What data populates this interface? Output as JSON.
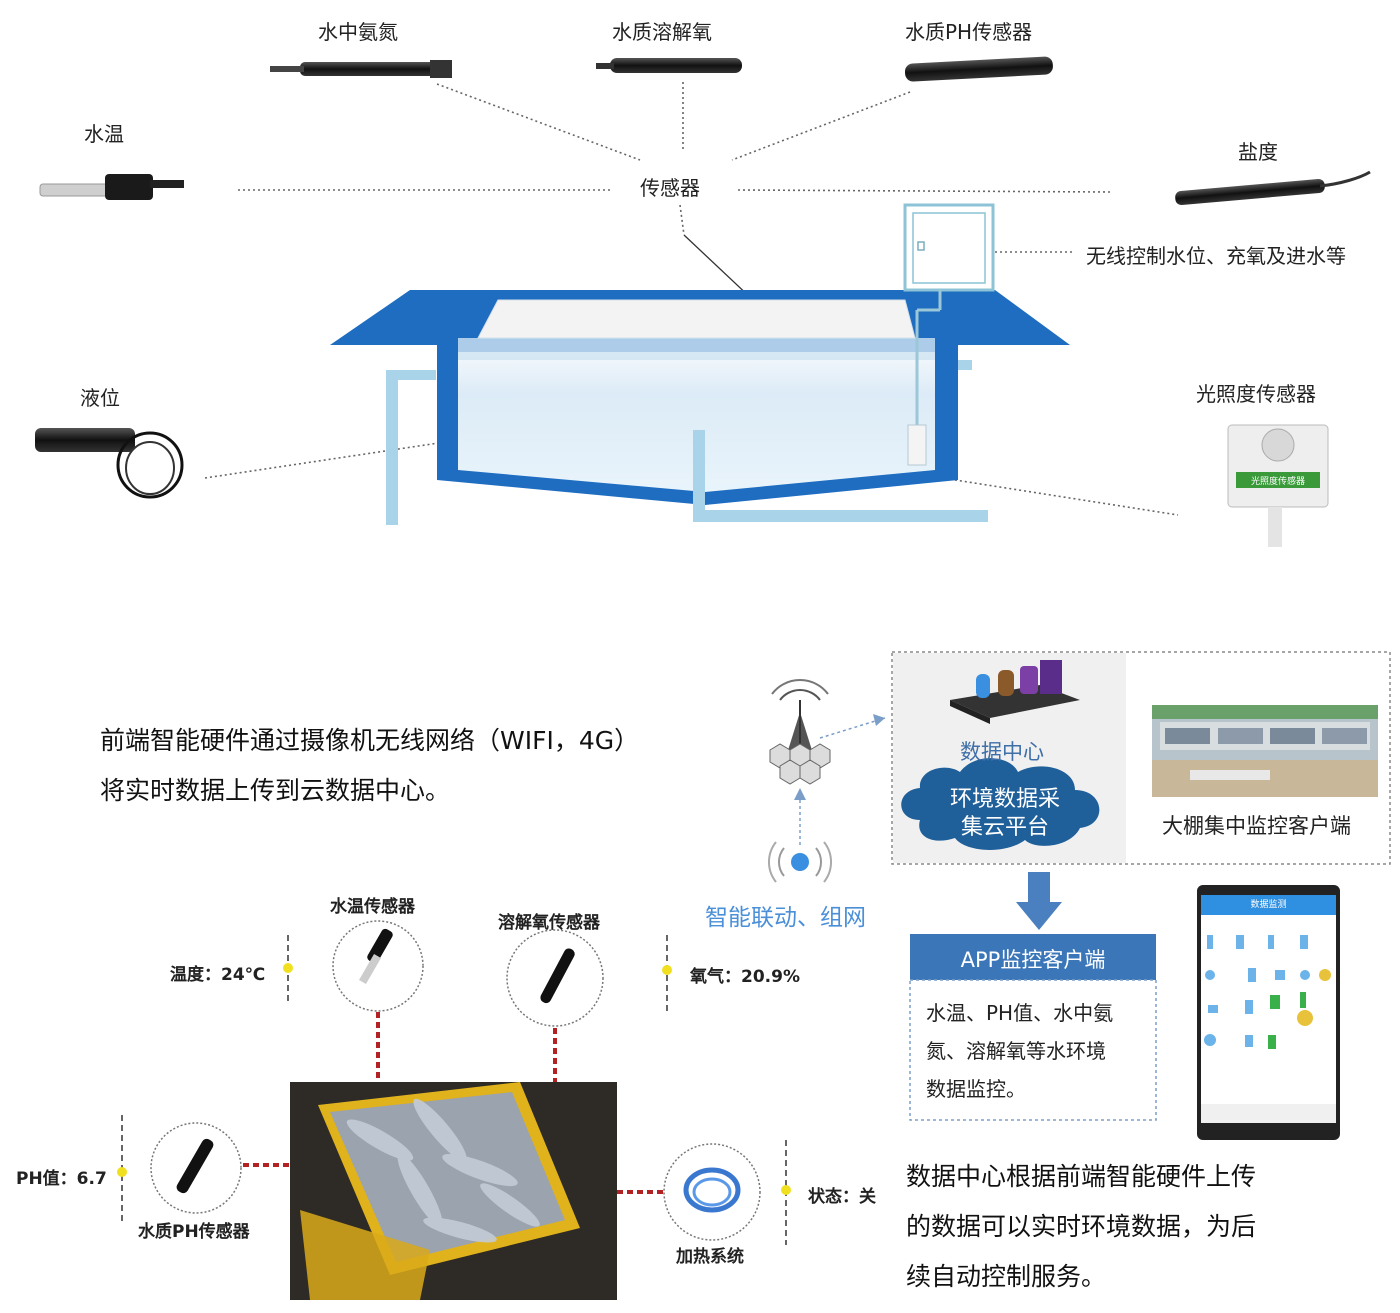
{
  "top": {
    "sensor_labels": {
      "ammonia": "水中氨氮",
      "dissolved_oxygen": "水质溶解氧",
      "ph": "水质PH传感器",
      "water_temp": "水温",
      "salinity": "盐度",
      "hub": "传感器",
      "level": "液位",
      "light": "光照度传感器"
    },
    "wireless_control": "无线控制水位、充氧及进水等",
    "light_sensor_plate": "光照度传感器"
  },
  "bottom": {
    "upload_text": [
      "前端智能硬件通过摄像机无线网络（WIFI，4G）",
      "将实时数据上传到云数据中心。"
    ],
    "data_center": "数据中心",
    "cloud_platform": [
      "环境数据采",
      "集云平台"
    ],
    "monitor_client": "大棚集中监控客户端",
    "linkage": "智能联动、组网",
    "app_title": "APP监控客户端",
    "app_desc": [
      "水温、PH值、水中氨",
      "氮、溶解氧等水环境",
      "数据监控。"
    ],
    "service_text": [
      "数据中心根据前端智能硬件上传",
      "的数据可以实时环境数据，为后",
      "续自动控制服务。"
    ],
    "sensors": {
      "water_temp_sensor": "水温传感器",
      "temp_reading": "温度：24℃",
      "do_sensor": "溶解氧传感器",
      "oxygen_reading": "氧气：20.9%",
      "ph_sensor": "水质PH传感器",
      "ph_reading": "PH值：6.7",
      "heating": "加热系统",
      "status_reading": "状态：关"
    },
    "phone_header": "数据监测"
  },
  "colors": {
    "pool_blue": "#1e6dc1",
    "pipe_blue": "#a9d3e8",
    "water": "#e4f2fb",
    "cloud": "#1f5f9a",
    "app_header": "#3b77b8",
    "arrow": "#4a7fc0",
    "red_dash": "#b22222",
    "dot_yellow": "#f0e020"
  }
}
